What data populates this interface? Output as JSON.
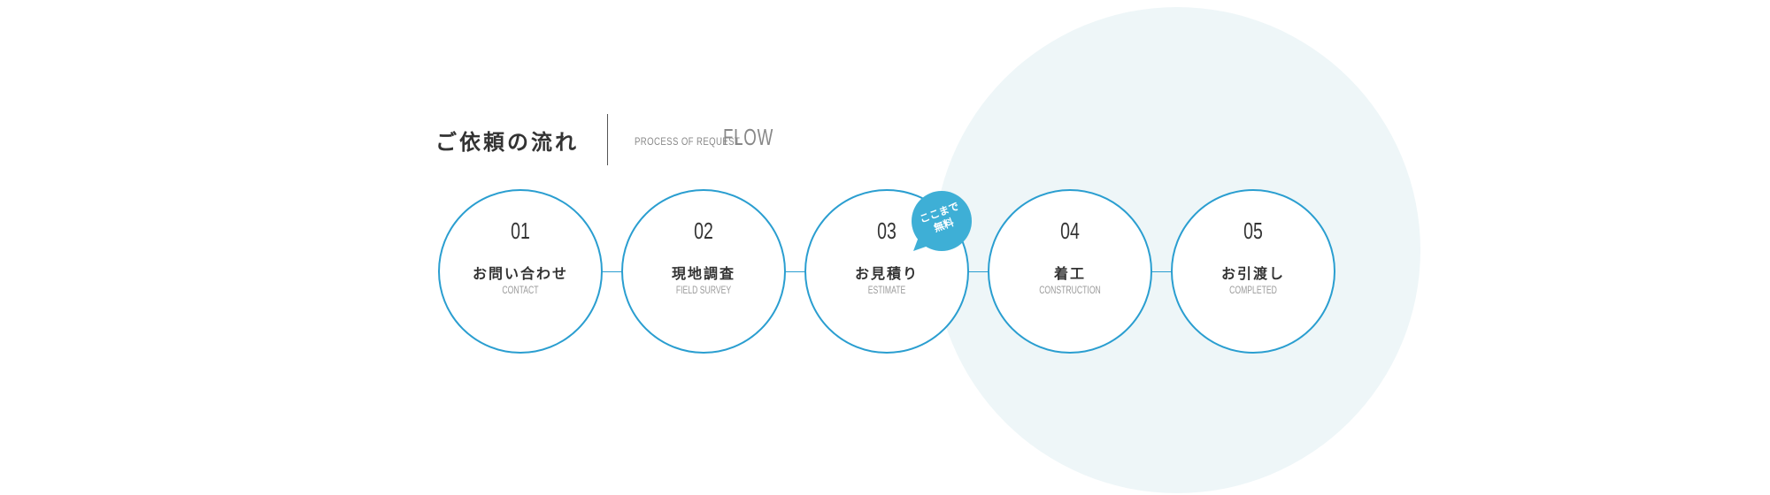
{
  "header": {
    "title": "ご依頼の流れ",
    "subtitle_small": "PROCESS OF REQUEST",
    "subtitle_large": "FLOW"
  },
  "steps": [
    {
      "number": "01",
      "label": "お問い合わせ",
      "en": "CONTACT"
    },
    {
      "number": "02",
      "label": "現地調査",
      "en": "FIELD SURVEY"
    },
    {
      "number": "03",
      "label": "お見積り",
      "en": "ESTIMATE"
    },
    {
      "number": "04",
      "label": "着工",
      "en": "CONSTRUCTION"
    },
    {
      "number": "05",
      "label": "お引渡し",
      "en": "COMPLETED"
    }
  ],
  "badge": {
    "line1": "ここまで",
    "line2": "無料",
    "color": "#3eafd6"
  },
  "colors": {
    "accent": "#2a9ed0",
    "background_circle": "#eef6f8",
    "text": "#333333",
    "muted": "#9a9a9a"
  }
}
